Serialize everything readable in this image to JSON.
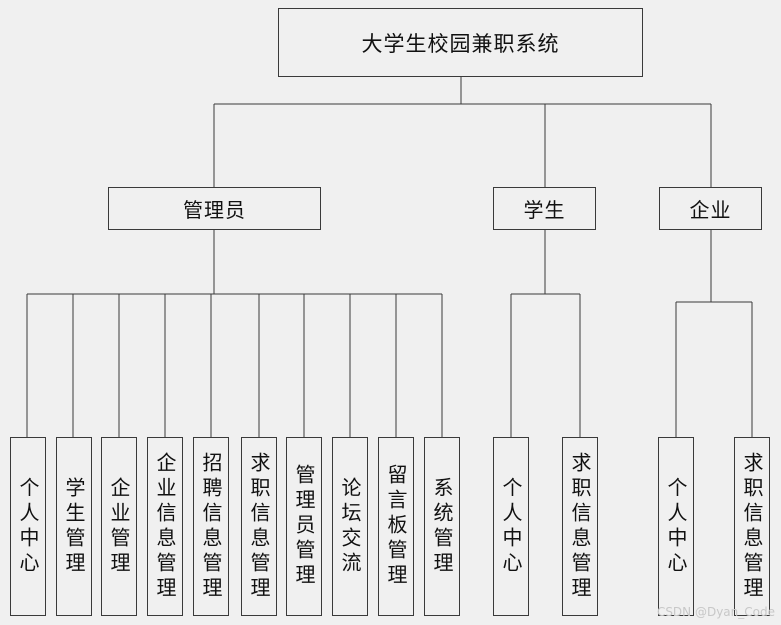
{
  "diagram": {
    "root": "大学生校园兼职系统",
    "roles": {
      "admin": "管理员",
      "student": "学生",
      "company": "企业"
    },
    "admin_modules": [
      "个人中心",
      "学生管理",
      "企业管理",
      "企业信息管理",
      "招聘信息管理",
      "求职信息管理",
      "管理员管理",
      "论坛交流",
      "留言板管理",
      "系统管理"
    ],
    "student_modules": [
      "个人中心",
      "求职信息管理"
    ],
    "company_modules": [
      "个人中心",
      "求职信息管理"
    ]
  },
  "watermark": "CSDN @Dyan_Code",
  "colors": {
    "line": "#3a3a3a",
    "background": "#f0f0f0"
  }
}
